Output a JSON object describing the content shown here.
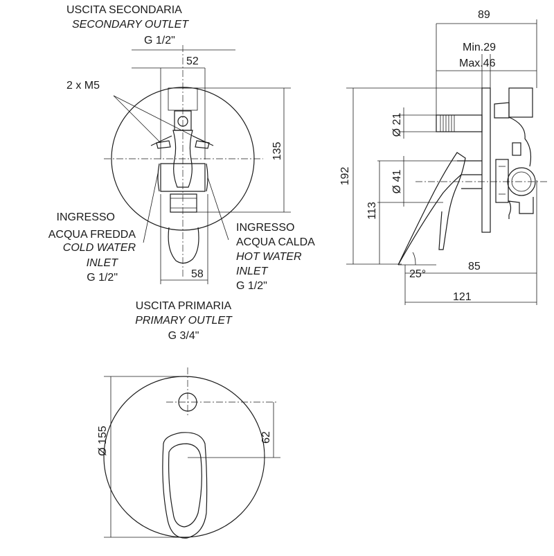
{
  "front_view": {
    "secondary_outlet": {
      "line1": "USCITA SECONDARIA",
      "line2": "SECONDARY OUTLET",
      "line3": "G 1/2\""
    },
    "screws": "2 x M5",
    "cold_inlet": {
      "line1": "INGRESSO",
      "line2": "ACQUA FREDDA",
      "line3": "COLD WATER",
      "line4": "INLET",
      "line5": "G 1/2\""
    },
    "hot_inlet": {
      "line1": "INGRESSO",
      "line2": "ACQUA CALDA",
      "line3": "HOT WATER",
      "line4": "INLET",
      "line5": "G 1/2\""
    },
    "primary_outlet": {
      "line1": "USCITA PRIMARIA",
      "line2": "PRIMARY OUTLET",
      "line3": "G 3/4\""
    },
    "dim_52": "52",
    "dim_135": "135",
    "dim_58": "58"
  },
  "side_view": {
    "dim_89": "89",
    "dim_min": "Min.29",
    "dim_max": "Max.46",
    "dim_d21": "Ø 21",
    "dim_d41": "Ø 41",
    "dim_192": "192",
    "dim_113": "113",
    "dim_angle": "25°",
    "dim_85": "85",
    "dim_121": "121"
  },
  "bottom_view": {
    "dim_d155": "Ø 155",
    "dim_62": "62"
  }
}
